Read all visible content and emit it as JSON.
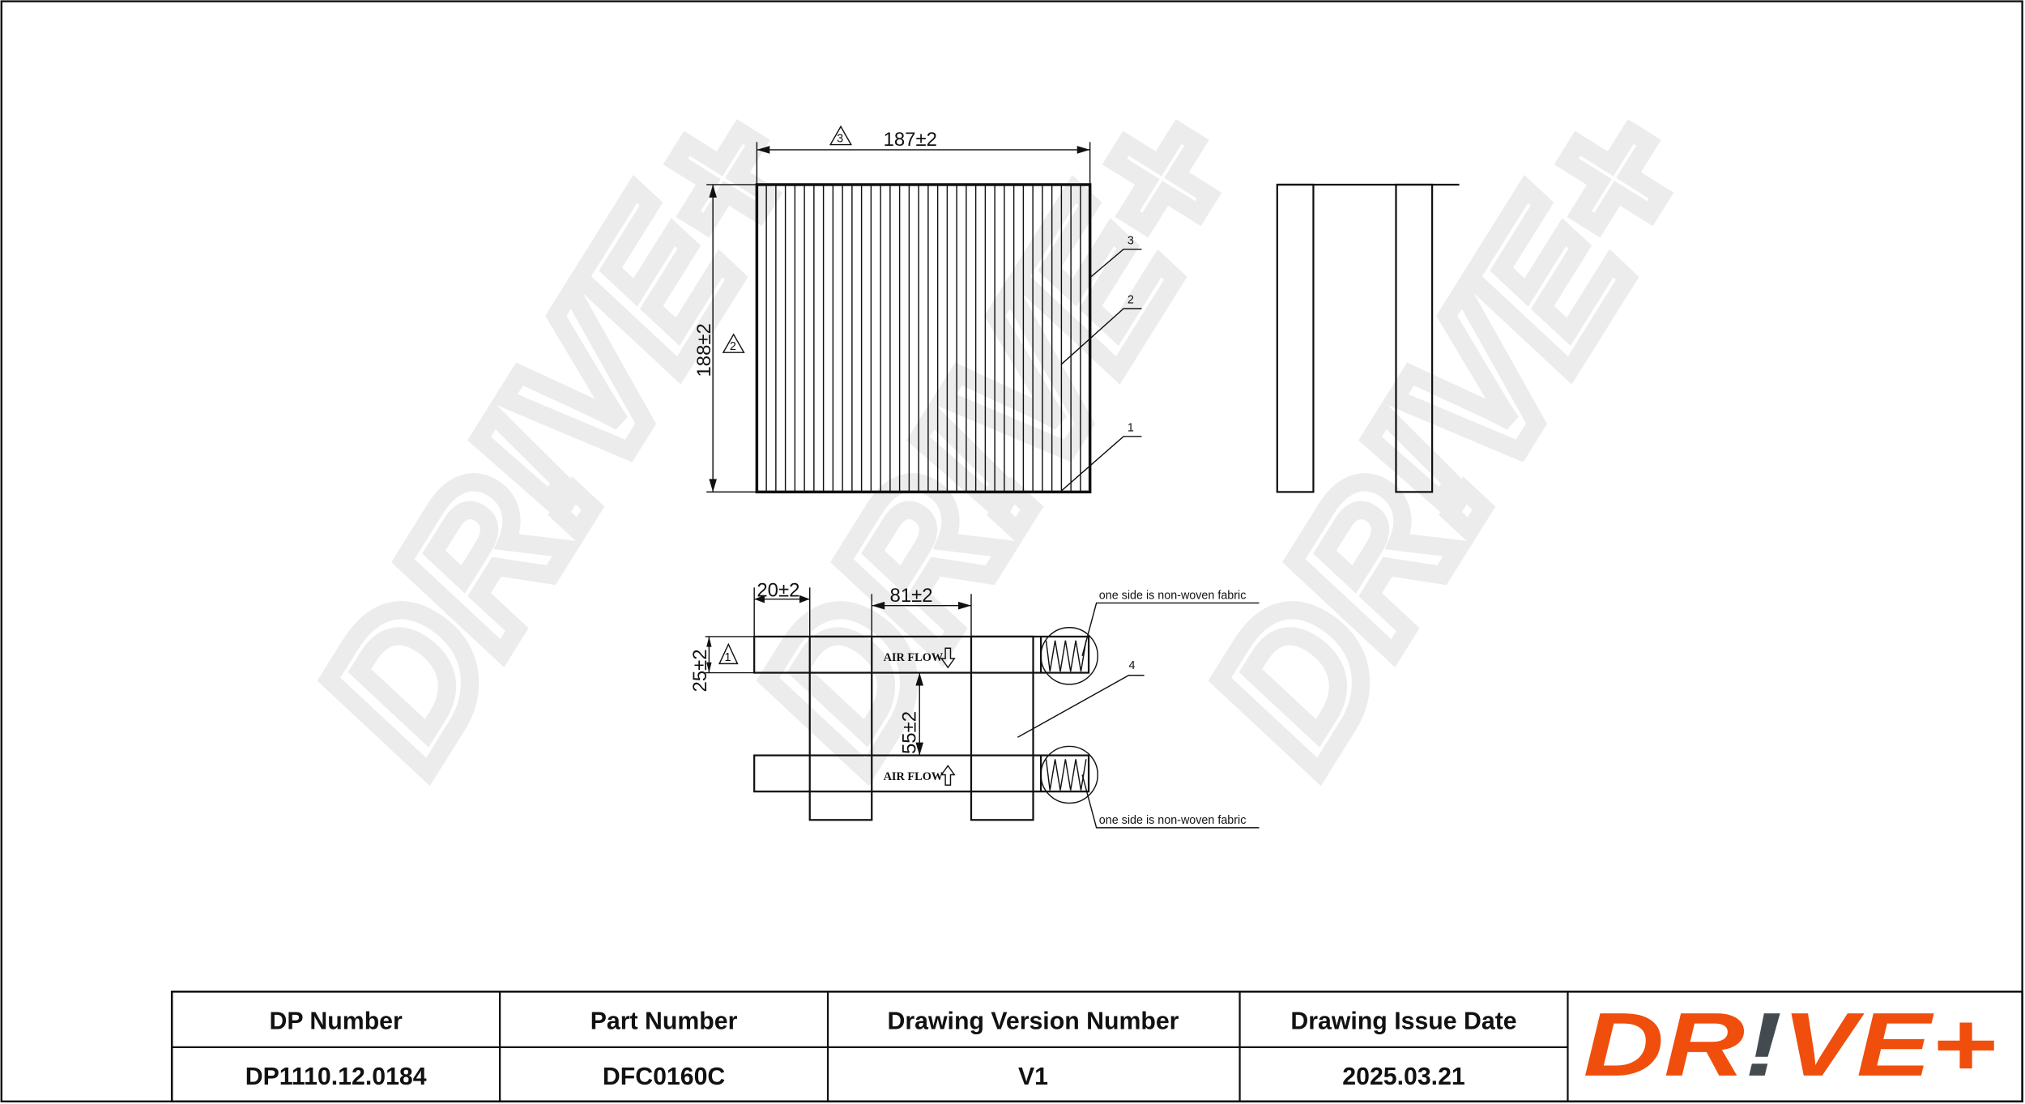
{
  "watermark": "DR!VE+",
  "front_view": {
    "width_dim": "187±2",
    "height_dim": "188±2",
    "note_width": "3",
    "note_height": "2",
    "callouts": [
      "3",
      "2",
      "1"
    ]
  },
  "section_view": {
    "dim_strip": "20±2",
    "dim_gap": "81±2",
    "dim_thickness": "25±2",
    "dim_spacing": "55±2",
    "note_thickness": "1",
    "airflow_label": "AIR FLOW",
    "airflow_down_icon": "arrow-down-icon",
    "airflow_up_icon": "arrow-up-icon",
    "fabric_note_top": "one side is non-woven fabric",
    "fabric_note_bottom": "one side is non-woven fabric",
    "callout": "4"
  },
  "title_block": {
    "headers": [
      "DP Number",
      "Part Number",
      "Drawing Version Number",
      "Drawing Issue Date"
    ],
    "values": [
      "DP1110.12.0184",
      "DFC0160C",
      "V1",
      "2025.03.21"
    ],
    "logo": {
      "text_a": "DR",
      "text_b": "!",
      "text_c": "VE+",
      "primary_color": "#f04e0c",
      "accent_color": "#434b50"
    }
  }
}
